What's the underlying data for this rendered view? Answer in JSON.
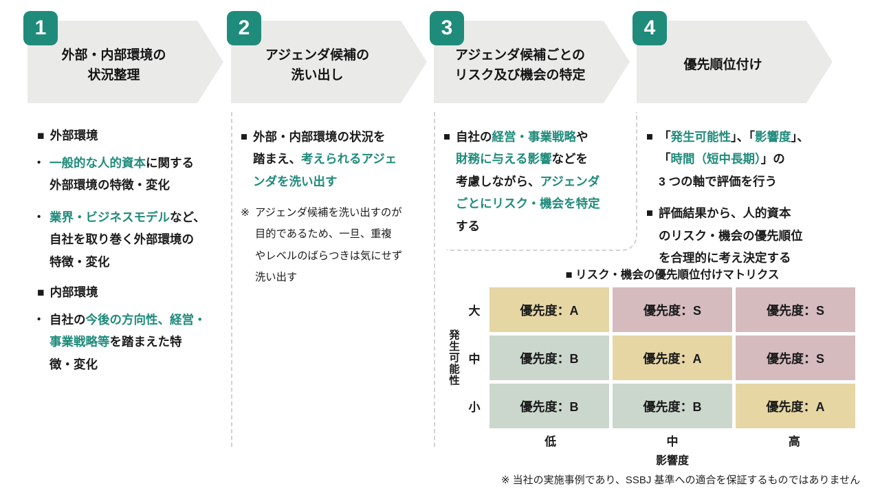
{
  "accent_color": "#1F8B7B",
  "arrow_color": "#EAEAE8",
  "steps": [
    {
      "number": "1",
      "title": "外部・内部環境の\n状況整理",
      "blocks": [
        {
          "type": "heading",
          "marker": "■",
          "segments": [
            {
              "text": "外部環境",
              "accent": false
            }
          ]
        },
        {
          "type": "bullet",
          "marker": "•",
          "segments": [
            {
              "text": "一般的な人的資本",
              "accent": true
            },
            {
              "text": "に関する\n外部環境の特徴・変化",
              "accent": false
            }
          ]
        },
        {
          "type": "bullet",
          "marker": "•",
          "segments": [
            {
              "text": "業界・ビジネスモデル",
              "accent": true
            },
            {
              "text": "など、\n自社を取り巻く外部環境の\n特徴・変化",
              "accent": false
            }
          ]
        },
        {
          "type": "heading",
          "marker": "■",
          "segments": [
            {
              "text": "内部環境",
              "accent": false
            }
          ]
        },
        {
          "type": "bullet",
          "marker": "•",
          "segments": [
            {
              "text": "自社の",
              "accent": false
            },
            {
              "text": "今後の方向性、経営・\n事業戦略等",
              "accent": true
            },
            {
              "text": "を踏まえた特\n徴・変化",
              "accent": false
            }
          ]
        }
      ]
    },
    {
      "number": "2",
      "title": "アジェンダ候補の\n洗い出し",
      "blocks": [
        {
          "type": "sqbullet",
          "marker": "■",
          "segments": [
            {
              "text": "外部・内部環境の状況を\n踏まえ、",
              "accent": false
            },
            {
              "text": "考えられるアジェ\nンダを洗い出す",
              "accent": true
            }
          ]
        },
        {
          "type": "note",
          "marker": "※",
          "segments": [
            {
              "text": "アジェンダ候補を洗い出すのが\n目的であるため、一旦、重複\nやレベルのばらつきは気にせず\n洗い出す",
              "accent": false
            }
          ]
        }
      ]
    },
    {
      "number": "3",
      "title": "アジェンダ候補ごとの\nリスク及び機会の特定",
      "blocks": [
        {
          "type": "sqbullet",
          "marker": "■",
          "segments": [
            {
              "text": "自社の",
              "accent": false
            },
            {
              "text": "経営・事業戦略",
              "accent": true
            },
            {
              "text": "や\n",
              "accent": false
            },
            {
              "text": "財務に与える影響",
              "accent": true
            },
            {
              "text": "などを\n考慮しながら、",
              "accent": false
            },
            {
              "text": "アジェンダ\nごとにリスク・機会を特定\n",
              "accent": true
            },
            {
              "text": "する",
              "accent": false
            }
          ]
        }
      ]
    },
    {
      "number": "4",
      "title": "優先順位付け",
      "blocks": [
        {
          "type": "sqbullet",
          "marker": "■",
          "segments": [
            {
              "text": "「",
              "accent": false
            },
            {
              "text": "発生可能性",
              "accent": true
            },
            {
              "text": "」、「",
              "accent": false
            },
            {
              "text": "影響度",
              "accent": true
            },
            {
              "text": "」、\n「",
              "accent": false
            },
            {
              "text": "時間（短中長期）",
              "accent": true
            },
            {
              "text": "」の\n3 つの軸で評価を行う",
              "accent": false
            }
          ]
        },
        {
          "type": "sqbullet",
          "marker": "■",
          "segments": [
            {
              "text": "評価結果から、人的資本\nのリスク・機会の優先順位\nを合理的に考え決定する",
              "accent": false
            }
          ]
        }
      ]
    }
  ],
  "matrix": {
    "title": "■ リスク・機会の優先順位付けマトリクス",
    "y_axis_label": "発生可能性",
    "x_axis_label": "影響度",
    "row_labels": [
      "大",
      "中",
      "小"
    ],
    "col_labels": [
      "低",
      "中",
      "高"
    ],
    "cell_prefix": "優先度：",
    "cells": [
      [
        {
          "grade": "A",
          "tone": "tan"
        },
        {
          "grade": "S",
          "tone": "mauve"
        },
        {
          "grade": "S",
          "tone": "mauve"
        }
      ],
      [
        {
          "grade": "B",
          "tone": "sage"
        },
        {
          "grade": "A",
          "tone": "tan"
        },
        {
          "grade": "S",
          "tone": "mauve"
        }
      ],
      [
        {
          "grade": "B",
          "tone": "sage"
        },
        {
          "grade": "B",
          "tone": "sage"
        },
        {
          "grade": "A",
          "tone": "tan"
        }
      ]
    ],
    "tones": {
      "tan": "#E6D6A4",
      "mauve": "#D5BBBE",
      "sage": "#CBD7CC"
    }
  },
  "footnote": "※ 当社の実施事例であり、SSBJ 基準への適合を保証するものではありません"
}
